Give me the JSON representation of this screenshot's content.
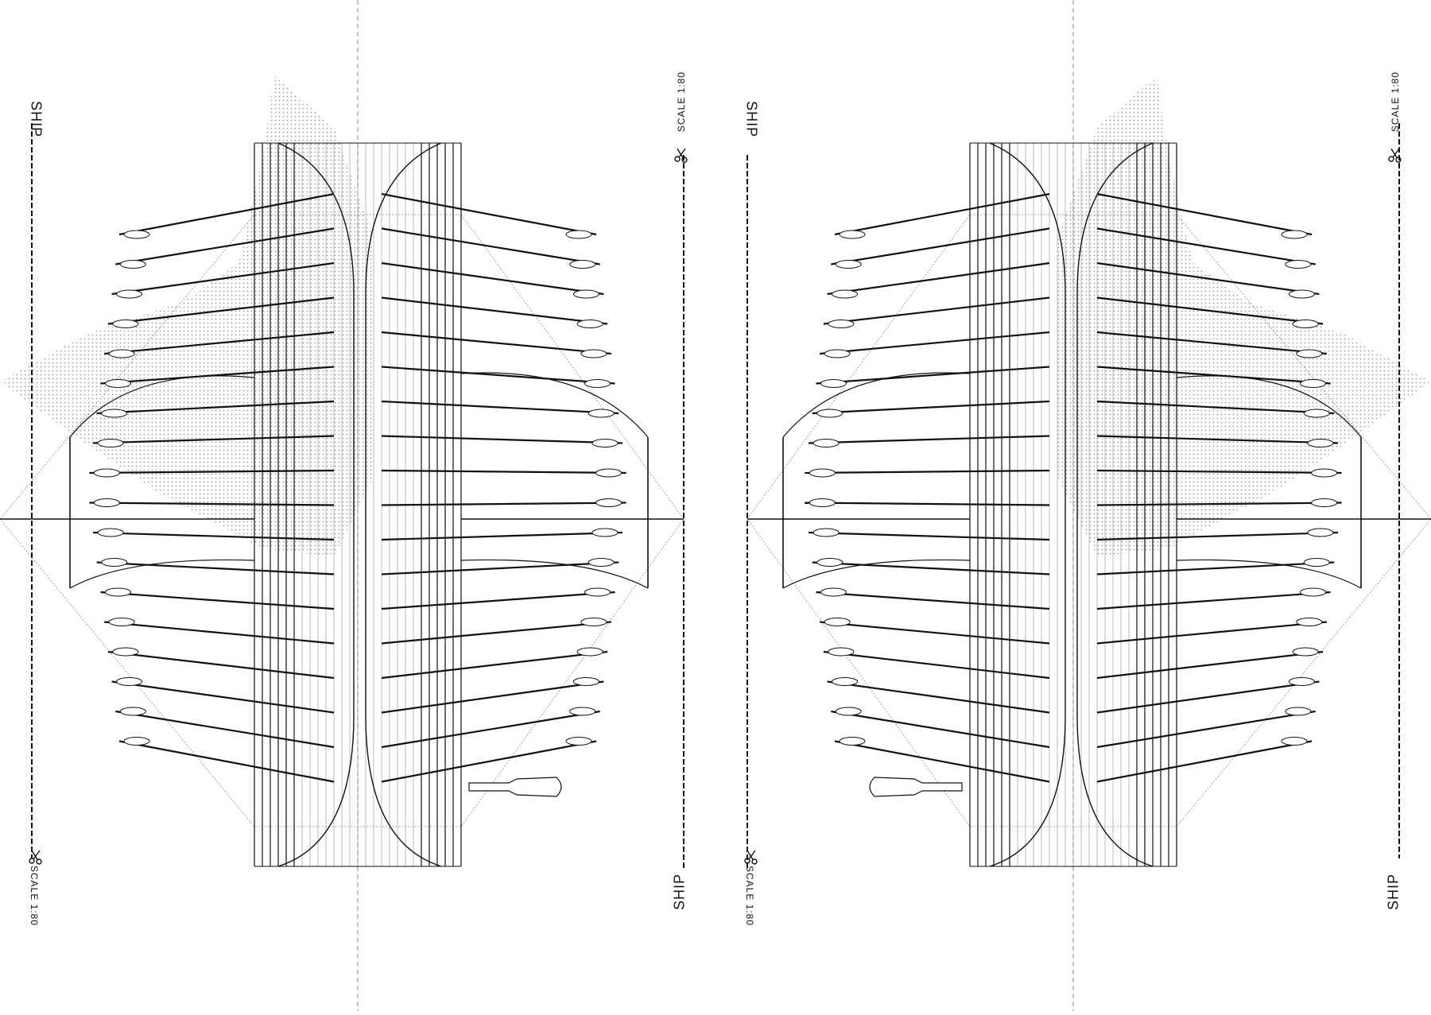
{
  "panels": [
    {
      "id": "left",
      "title_top": "SHIP",
      "title_bottom": "SHIP",
      "scale_top": "SCALE 1:80",
      "scale_bottom": "SCALE 1:80"
    },
    {
      "id": "right",
      "title_top": "SHIP",
      "title_bottom": "SHIP",
      "scale_top": "SCALE 1:80",
      "scale_bottom": "SCALE 1:80"
    }
  ],
  "icons": {
    "cut_marker": "scissors-icon"
  },
  "colors": {
    "ink": "#111111",
    "hatch": "#9a9a9a",
    "guide": "#8a8a8a"
  },
  "oar_count_per_side": 18
}
